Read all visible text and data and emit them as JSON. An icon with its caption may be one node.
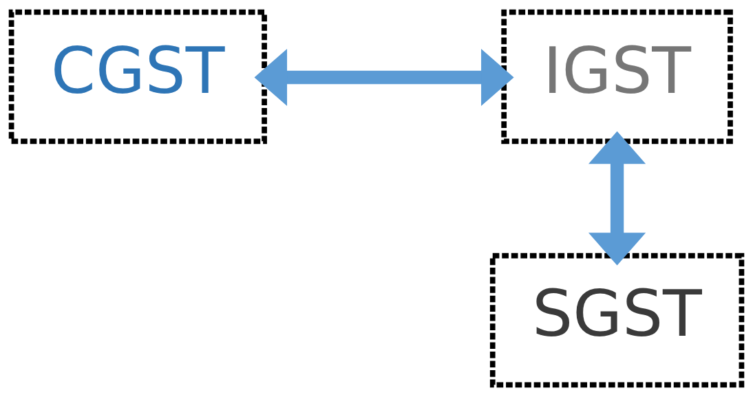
{
  "diagram": {
    "nodes": [
      {
        "text": [
          "CGST"
        ]
      },
      {
        "text": [
          "IGST"
        ]
      },
      {
        "text": [
          "SGST"
        ]
      }
    ],
    "edges": [
      {
        "from": 0,
        "to": 1,
        "arrow": "both"
      },
      {
        "from": 1,
        "to": 2,
        "arrow": "both"
      }
    ]
  }
}
